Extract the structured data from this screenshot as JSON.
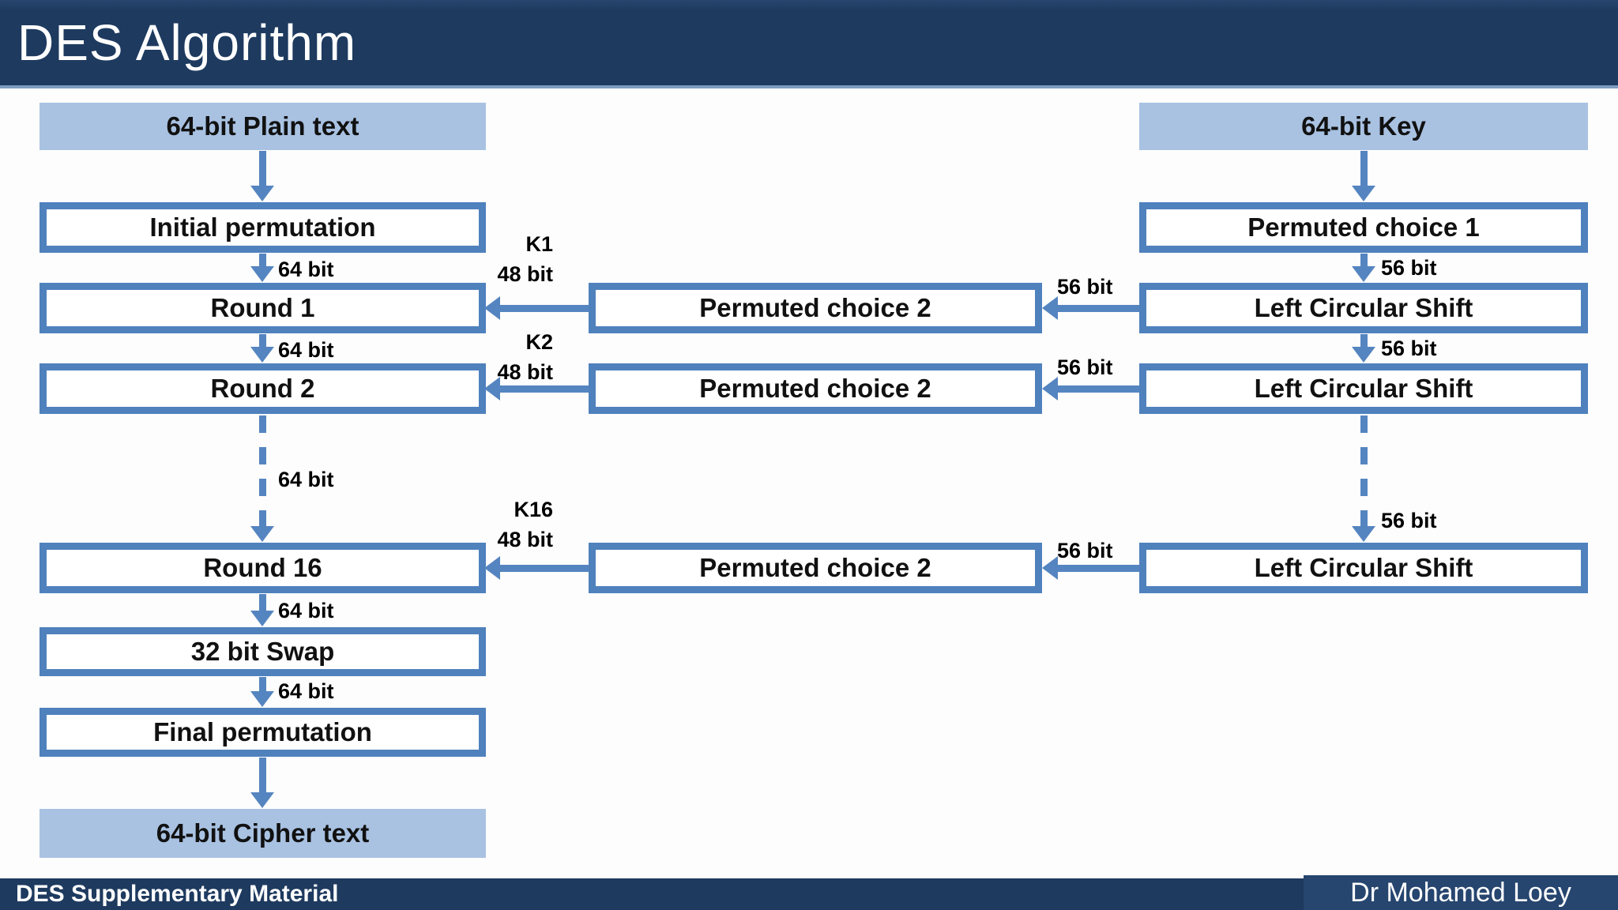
{
  "header": {
    "title": "DES Algorithm"
  },
  "footer": {
    "left": "DES Supplementary Material",
    "right": "Dr Mohamed Loey"
  },
  "colors": {
    "navy": "#1e3a5f",
    "border_blue": "#4f81bd",
    "arrow_blue": "#5585c0",
    "light_fill": "#a9c2e2",
    "footer_right_bg": "#26456f",
    "header_underline": "#7d9cc0"
  },
  "nodes": {
    "plain_text": "64-bit Plain text",
    "initial_permutation": "Initial permutation",
    "round_1": "Round 1",
    "round_2": "Round 2",
    "round_16": "Round 16",
    "swap_32": "32 bit Swap",
    "final_permutation": "Final permutation",
    "cipher_text": "64-bit Cipher text",
    "key": "64-bit Key",
    "permuted_choice_1": "Permuted choice 1",
    "permuted_choice_2": "Permuted choice 2",
    "left_circular_shift": "Left Circular Shift"
  },
  "edge_labels": {
    "bits_64": "64 bit",
    "bits_56": "56 bit",
    "bits_48": "48 bit",
    "k1": "K1",
    "k2": "K2",
    "k16": "K16"
  }
}
